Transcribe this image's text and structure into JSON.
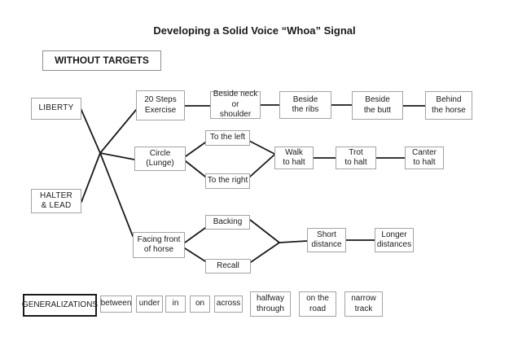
{
  "title": "Developing a Solid Voice “Whoa” Signal",
  "subtitle_box": "WITHOUT TARGETS",
  "colors": {
    "background": "#ffffff",
    "text": "#1a1a1a",
    "box_border": "#a3a3a3",
    "connector_line": "#1a1a1a",
    "generalizations_border": "#1a1a1a"
  },
  "flowchart": {
    "sources": {
      "liberty": "LIBERTY",
      "halter_lead": "HALTER\n& LEAD"
    },
    "row1": {
      "root": "20 Steps\nExercise",
      "s1": "Beside neck or\nshoulder",
      "s2": "Beside\nthe ribs",
      "s3": "Beside\nthe butt",
      "s4": "Behind\nthe horse"
    },
    "row2": {
      "root": "Circle\n(Lunge)",
      "branch_top": "To the left",
      "branch_bottom": "To the right",
      "s1": "Walk\nto halt",
      "s2": "Trot\nto halt",
      "s3": "Canter\nto halt"
    },
    "row3": {
      "root": "Facing front\nof horse",
      "branch_top": "Backing",
      "branch_bottom": "Recall",
      "s1": "Short\ndistance",
      "s2": "Longer\ndistances"
    }
  },
  "generalizations": {
    "label": "GENERALIZATIONS",
    "words": [
      "between",
      "under",
      "in",
      "on",
      "across",
      "halfway\nthrough",
      "on the\nroad",
      "narrow\ntrack"
    ]
  }
}
